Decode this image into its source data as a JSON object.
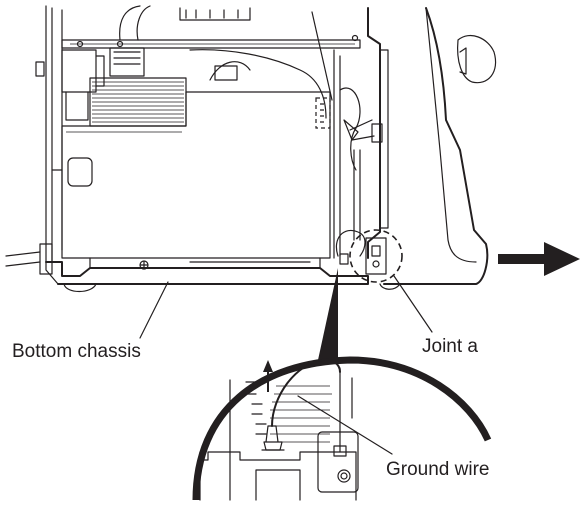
{
  "labels": {
    "bottom_chassis": "Bottom chassis",
    "joint_a": "Joint a",
    "ground_wire": "Ground wire"
  },
  "colors": {
    "line": "#231f20",
    "background": "#ffffff"
  }
}
